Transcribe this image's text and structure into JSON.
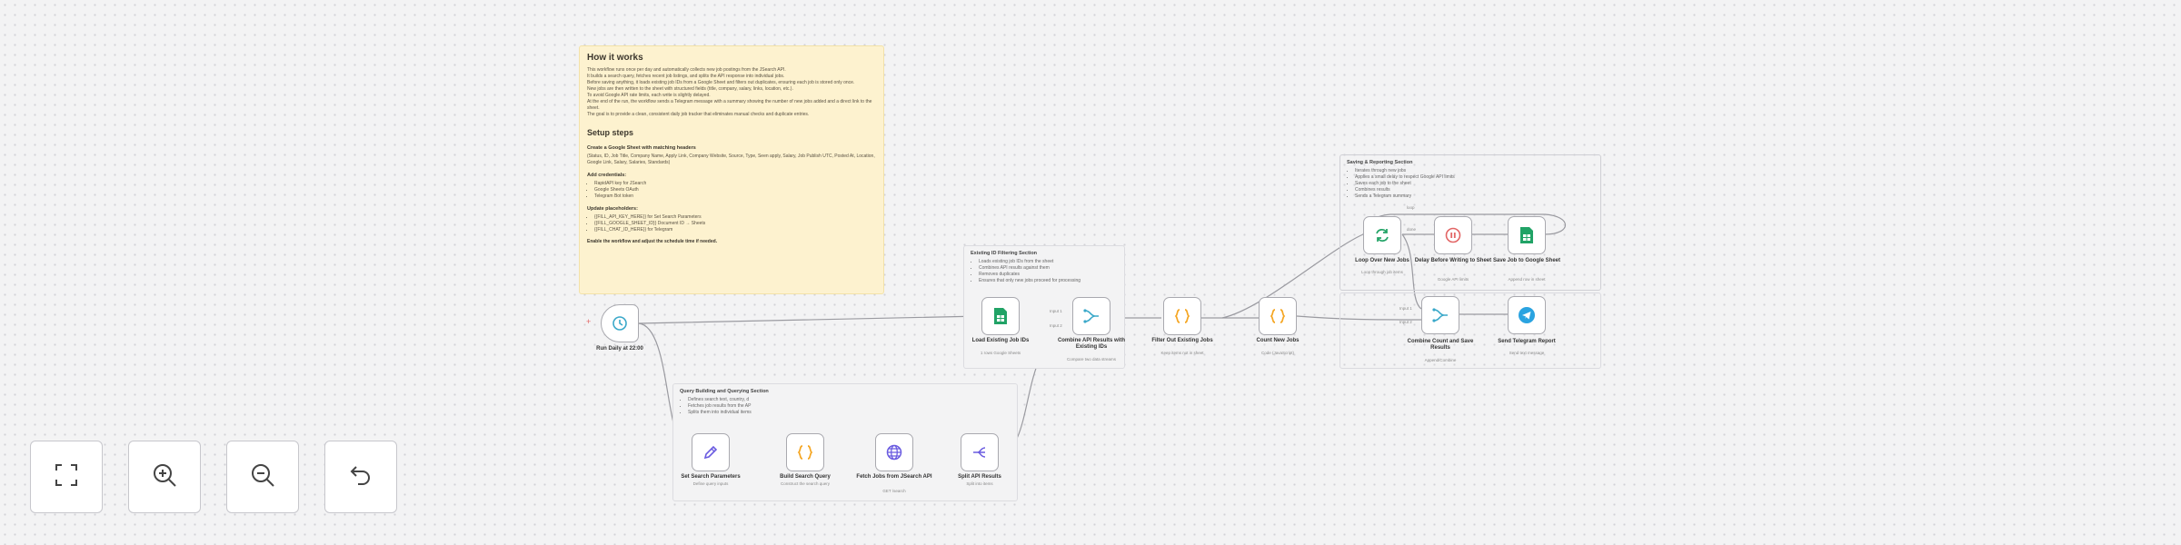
{
  "note": {
    "title": "How it works",
    "intro": [
      "This workflow runs once per day and automatically collects new job postings from the JSearch API.",
      "It builds a search query, fetches recent job listings, and splits the API response into individual jobs.",
      "Before saving anything, it loads existing job IDs from a Google Sheet and filters out duplicates, ensuring each job is stored only once.",
      "New jobs are then written to the sheet with structured fields (title, company, salary, links, location, etc.).",
      "To avoid Google API rate limits, each write is slightly delayed.",
      "At the end of the run, the workflow sends a Telegram message with a summary showing the number of new jobs added and a direct link to the sheet.",
      "The goal is to provide a clean, consistent daily job tracker that eliminates manual checks and duplicate entries."
    ],
    "setup_title": "Setup steps",
    "step1_title": "Create a Google Sheet with matching headers",
    "step1_text": "(Status, ID, Job Title, Company Name, Apply Link, Company Website, Source, Type, Seen apply, Salary, Job Publish UTC, Posted At, Location, Google Link, Salary, Salaries, Standards)",
    "step2_title": "Add credentials:",
    "step2_items": [
      "RapidAPI key for JSearch",
      "Google Sheets OAuth",
      "Telegram Bot token"
    ],
    "step3_title": "Update placeholders:",
    "step3_items": [
      "{{FILL_API_KEY_HERE}} for Set Search Parameters",
      "{{FILL_GOOGLE_SHEET_ID}} Document ID → Sheets",
      "{{FILL_CHAT_ID_HERE}} for Telegram"
    ],
    "final": "Enable the workflow and adjust the schedule time if needed."
  },
  "stickies": {
    "existing": {
      "title": "Existing ID Filtering Section",
      "items": [
        "Loads existing job IDs from the sheet",
        "Combines API results against them",
        "Removes duplicates",
        "Ensures that only new jobs proceed for processing"
      ]
    },
    "saving": {
      "title": "Saving & Reporting Section",
      "items": [
        "Iterates through new jobs",
        "Applies a small delay to respect Google API limits",
        "Saves each job to the sheet",
        "Combines results",
        "Sends a Telegram summary"
      ]
    },
    "query": {
      "title": "Query Building and Querying Section",
      "items": [
        "Defines search text, country, d",
        "Fetches job results from the AP",
        "Splits them into individual items"
      ]
    }
  },
  "nodes": [
    {
      "label": "Run Daily at 22:00",
      "sub": ""
    },
    {
      "label": "Load Existing Job IDs",
      "sub": "1 rows Google Sheets"
    },
    {
      "label": "Combine API Results with Existing IDs",
      "sub": "Compare two data streams"
    },
    {
      "label": "Filter Out Existing Jobs",
      "sub": "Keep items not in sheet"
    },
    {
      "label": "Count New Jobs",
      "sub": "Code (JavaScript)"
    },
    {
      "label": "Loop Over New Jobs",
      "sub": "Loop through job items"
    },
    {
      "label": "Delay Before Writing to Sheet",
      "sub": "Google API limits"
    },
    {
      "label": "Save Job to Google Sheet",
      "sub": "Append row in sheet"
    },
    {
      "label": "Combine Count and Save Results",
      "sub": "Append/Combine"
    },
    {
      "label": "Send Telegram Report",
      "sub": "Send text message"
    },
    {
      "label": "Set Search Parameters",
      "sub": "Define query inputs"
    },
    {
      "label": "Build Search Query",
      "sub": "Construct the search query"
    },
    {
      "label": "Fetch Jobs from JSearch API",
      "sub": "GET /search"
    },
    {
      "label": "Split API Results",
      "sub": "Split into items"
    }
  ],
  "edge_labels": {
    "done": "done",
    "loop": "loop",
    "input1": "Input 1",
    "input2": "Input 2"
  },
  "icons": {
    "trigger": "clock-icon",
    "sheets": "google-sheets-icon",
    "merge": "merge-icon",
    "code": "code-braces-icon",
    "loop": "loop-icon",
    "wait": "pause-icon",
    "telegram": "telegram-icon",
    "set": "pencil-icon",
    "http": "globe-icon",
    "split": "split-icon"
  },
  "controls": [
    "fit-view",
    "zoom-in",
    "zoom-out",
    "undo"
  ],
  "colors": {
    "accent": "#e26565",
    "code": "#f5a623",
    "sheets": "#21a366",
    "merge": "#3aa8c9",
    "telegram": "#2aa3e0",
    "set": "#6a5be0"
  }
}
